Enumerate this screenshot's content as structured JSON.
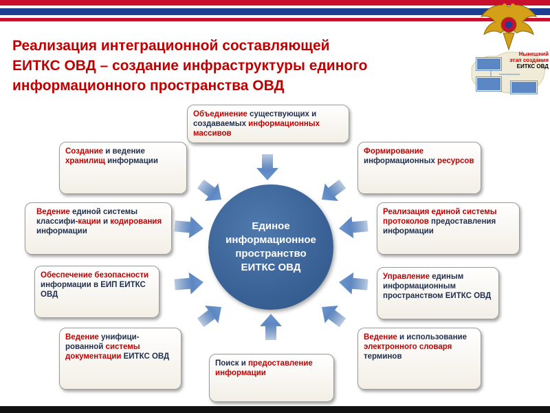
{
  "colors": {
    "accent_red": "#c00000",
    "dark_text": "#1f2d4d",
    "center_fill": "#3a6296",
    "arrow": "#6d8fbf"
  },
  "header": {
    "title_lines": [
      "Реализация интеграционной составляющей",
      "ЕИТКС ОВД – создание инфраструктуры единого",
      "информационного пространства ОВД"
    ]
  },
  "stage": {
    "lines": [
      "Нынешний",
      "этап создания",
      "ЕИТКС ОВД"
    ]
  },
  "center": {
    "lines": [
      "Единое",
      "информационное",
      "пространство",
      "ЕИТКС ОВД"
    ]
  },
  "boxes": {
    "top": {
      "t1": "Объединение",
      "t2": " существующих и создаваемых ",
      "t3": "информационных массивов"
    },
    "tl": {
      "t1": "Создание",
      "t2": " и ведение ",
      "t3": "хранилищ",
      "t4": " информации"
    },
    "tr": {
      "t1": "Формирование",
      "t2": " информационных ",
      "t3": "ресурсов"
    },
    "ml": {
      "t1": "Ведение",
      "t2": " единой системы классифи-",
      "t3": "кации",
      "t4": " и ",
      "t5": "кодирования",
      "t6": " информации"
    },
    "mr": {
      "t1": "Реализация единой системы протоколов",
      "t2": " предоставления информации"
    },
    "l3": {
      "t1": "Обеспечение безопасности",
      "t2": " информации в ЕИП ЕИТКС ОВД"
    },
    "r3": {
      "t1": "Управление",
      "t2": " единым информационным пространством  ЕИТКС ОВД"
    },
    "bl": {
      "t1": "Ведение",
      "t2": " унифици-рованной ",
      "t3": "системы документации",
      "t4": " ЕИТКС ОВД"
    },
    "br": {
      "t1": "Ведение",
      "t2": " и использование ",
      "t3": "электронного словаря",
      "t4": " терминов"
    },
    "bottom": {
      "t1": "Поиск и ",
      "t2": "предоставление информации"
    }
  }
}
